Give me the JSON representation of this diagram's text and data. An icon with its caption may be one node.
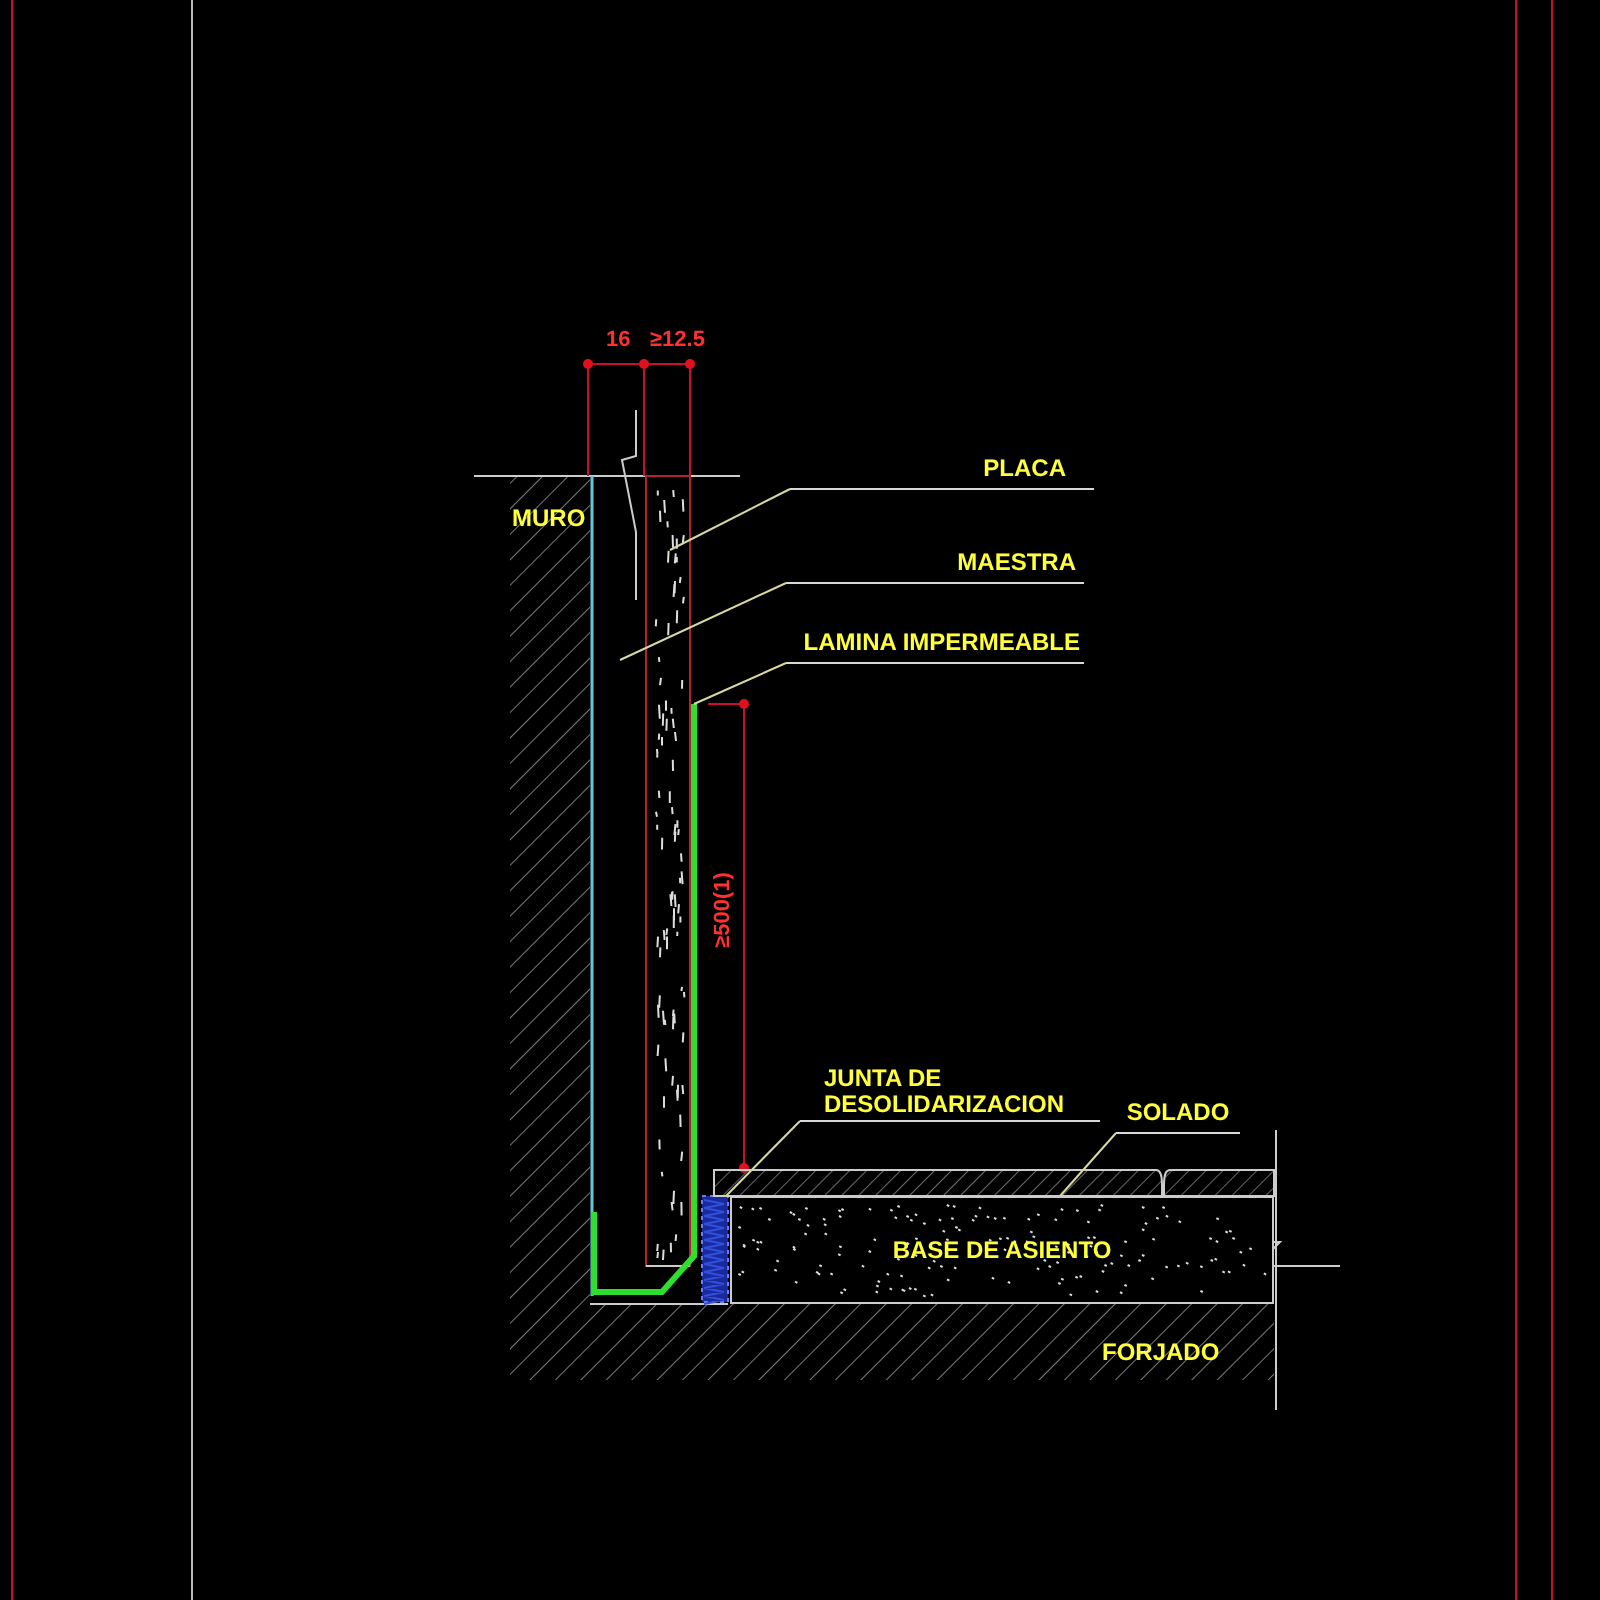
{
  "diagram": {
    "nodes": [
      {
        "text": [
          "PLACA"
        ]
      },
      {
        "text": [
          "MAESTRA"
        ]
      },
      {
        "text": [
          "LAMINA IMPERMEABLE"
        ]
      },
      {
        "text": [
          "JUNTA DE DESOLIDARIZACION"
        ]
      },
      {
        "text": [
          "SOLADO"
        ]
      },
      {
        "text": [],
        "shape": "box"
      },
      {
        "text": [],
        "shape": "bar"
      },
      {
        "text": [],
        "shape": "box"
      },
      {
        "text": [],
        "shape": "box"
      },
      {
        "text": [
          "BASE DE ASIENTO"
        ]
      }
    ],
    "edges": [
      {
        "from": 0,
        "to": 5,
        "arrow": "none"
      },
      {
        "from": 1,
        "to": null,
        "arrow": "none"
      },
      {
        "from": 2,
        "to": 6,
        "arrow": "none"
      },
      {
        "from": 3,
        "to": 7,
        "arrow": "none"
      },
      {
        "from": 4,
        "to": 8,
        "arrow": "none"
      }
    ],
    "labels": [
      "16",
      "≥12.5",
      "MURO",
      "≥500(1)",
      "FORJADO"
    ]
  }
}
